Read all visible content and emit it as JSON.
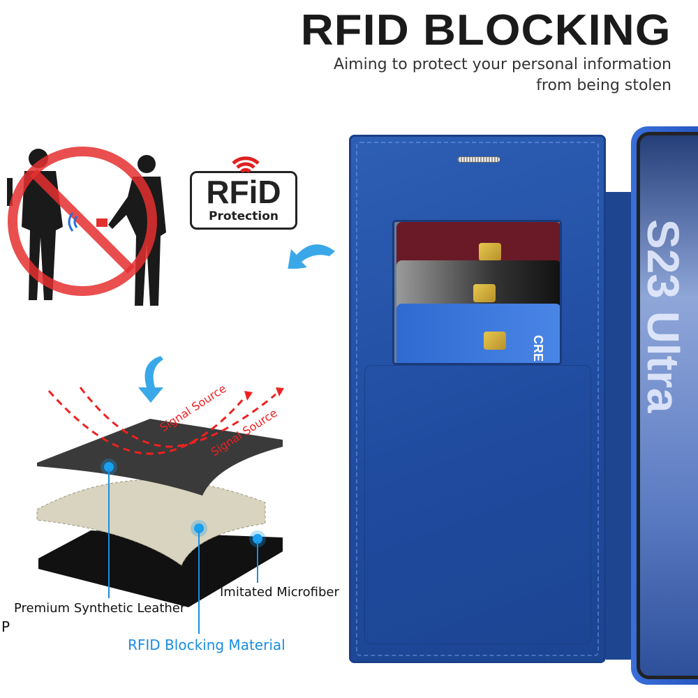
{
  "header": {
    "title": "RFID BLOCKING",
    "subtitle_line1": "Aiming to protect your personal information",
    "subtitle_line2": "from being stolen"
  },
  "rfid_logo": {
    "main": "RFiD",
    "sub": "Protection"
  },
  "layers": {
    "signal_1": "Signal Source",
    "signal_2": "Signal Source",
    "layer_top": "Premium Synthetic Leather",
    "layer_middle": "RFID Blocking Material",
    "layer_bottom": "Imitated Microfiber",
    "cropped_text": "P"
  },
  "case": {
    "card_text": "CRE",
    "color": "#1f4a9e"
  },
  "phone": {
    "screen_text": "S23 Ultra"
  },
  "colors": {
    "accent": "#1a8de0",
    "signal": "#f02020",
    "arrow": "#3aa8e8"
  }
}
